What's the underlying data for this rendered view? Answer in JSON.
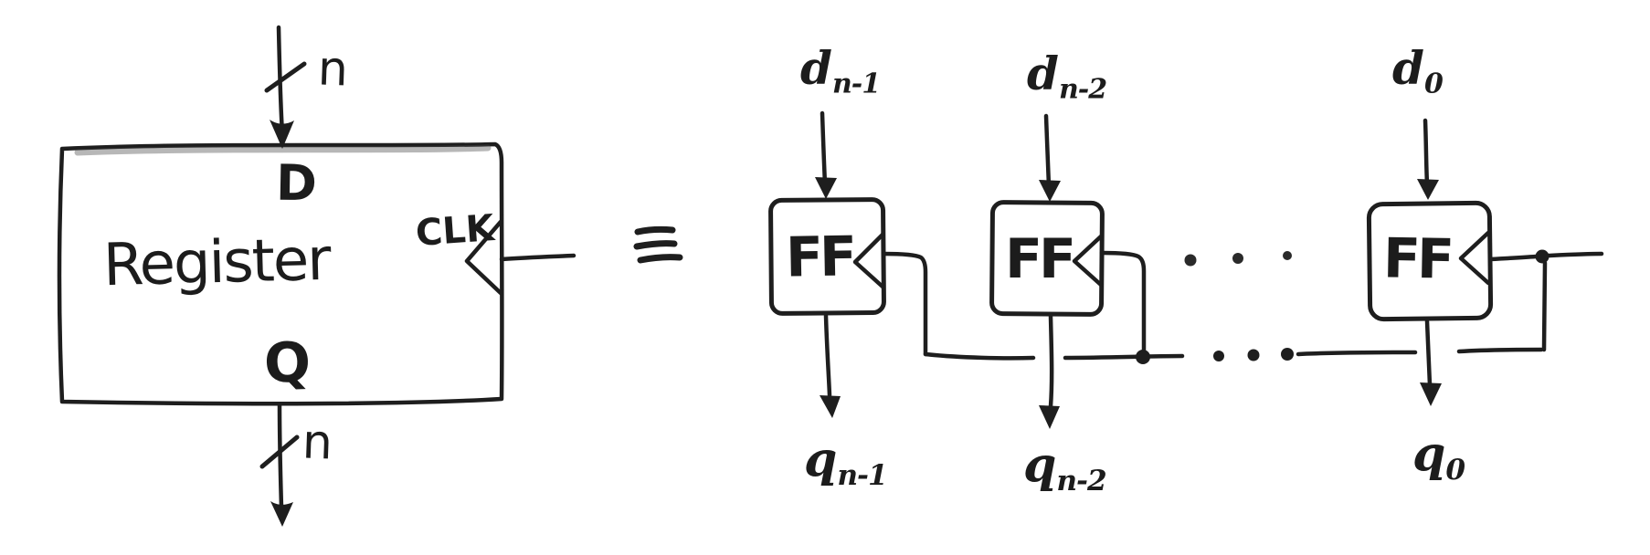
{
  "diagram": {
    "background": "#ffffff",
    "ink_color": "#1e1e1e",
    "equivalence_symbol": "≡",
    "register": {
      "name": "Register",
      "input_port": "D",
      "output_port": "Q",
      "clock_label": "CLK",
      "input_bus_width": "n",
      "output_bus_width": "n"
    },
    "flipflops": [
      {
        "label": "FF",
        "input_base": "d",
        "input_sub": "n-1",
        "output_base": "q",
        "output_sub": "n-1"
      },
      {
        "label": "FF",
        "input_base": "d",
        "input_sub": "n-2",
        "output_base": "q",
        "output_sub": "n-2"
      },
      {
        "label": "FF",
        "input_base": "d",
        "input_sub": "0",
        "output_base": "q",
        "output_sub": "0"
      }
    ],
    "ellipsis_top": "• • •",
    "ellipsis_bottom": "• • •"
  }
}
